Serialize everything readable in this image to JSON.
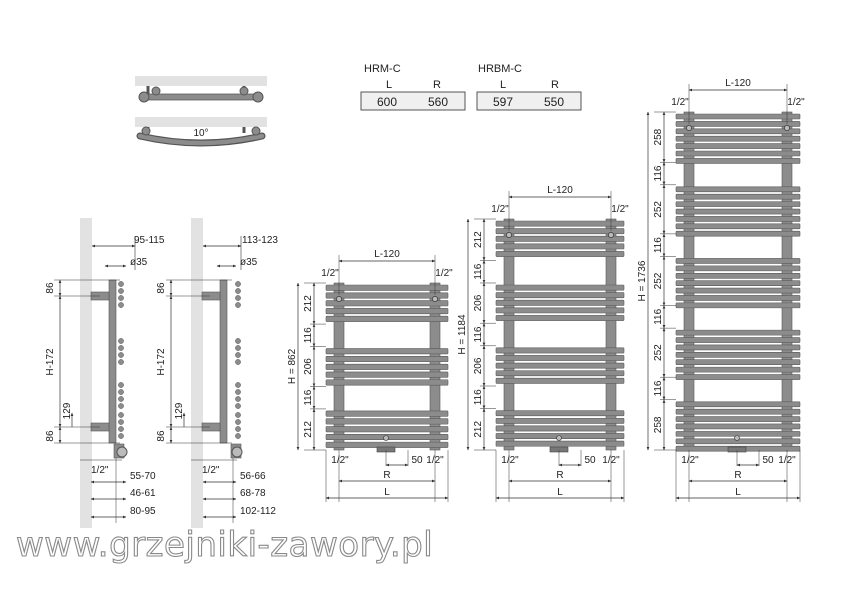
{
  "colors": {
    "tube": "#8c8c8c",
    "tube_dark": "#6f6f6f",
    "wall": "#e2e2e2",
    "line": "#333333",
    "label_bg": "#f0f0f0"
  },
  "top_views": {
    "angle_label": "10°"
  },
  "spec_table": {
    "models": [
      {
        "name": "HRM-C",
        "col_l": "L",
        "col_r": "R",
        "l": "600",
        "r": "560"
      },
      {
        "name": "HRBM-C",
        "col_l": "L",
        "col_r": "R",
        "l": "597",
        "r": "550"
      }
    ]
  },
  "side_left": {
    "top_dim": "95-115",
    "pipe_dia": "ø35",
    "dim_86_top": "86",
    "height": "H-172",
    "dim_129": "129",
    "dim_86_bottom": "86",
    "conn": "1/2\"",
    "d1": "55-70",
    "d2": "46-61",
    "d3": "80-95"
  },
  "side_right": {
    "top_dim": "113-123",
    "pipe_dia": "ø35",
    "dim_86_top": "86",
    "height": "H-172",
    "dim_129": "129",
    "dim_86_bottom": "86",
    "conn": "1/2\"",
    "d1": "56-66",
    "d2": "68-78",
    "d3": "102-112"
  },
  "front_small": {
    "top_dim": "L-120",
    "conn_left": "1/2\"",
    "conn_right": "1/2\"",
    "height": "H = 862",
    "segments": [
      "212",
      "116",
      "206",
      "116",
      "212"
    ],
    "bottom_conn_left": "1/2\"",
    "bottom_conn_right": "1/2\"",
    "offset": "50",
    "r_label": "R",
    "l_label": "L"
  },
  "front_medium": {
    "top_dim": "L-120",
    "conn_left": "1/2\"",
    "conn_right": "1/2\"",
    "height": "H = 1184",
    "segments": [
      "212",
      "116",
      "206",
      "116",
      "206",
      "116",
      "212"
    ],
    "bottom_conn_left": "1/2\"",
    "bottom_conn_right": "1/2\"",
    "offset": "50",
    "r_label": "R",
    "l_label": "L"
  },
  "front_large": {
    "top_dim": "L-120",
    "conn_left": "1/2\"",
    "conn_right": "1/2\"",
    "height": "H = 1736",
    "segments": [
      "258",
      "116",
      "252",
      "116",
      "252",
      "116",
      "252",
      "116",
      "258"
    ],
    "bottom_conn_left": "1/2\"",
    "bottom_conn_right": "1/2\"",
    "offset": "50",
    "r_label": "R",
    "l_label": "L"
  },
  "watermark": "www.grzejniki-zawory.pl"
}
